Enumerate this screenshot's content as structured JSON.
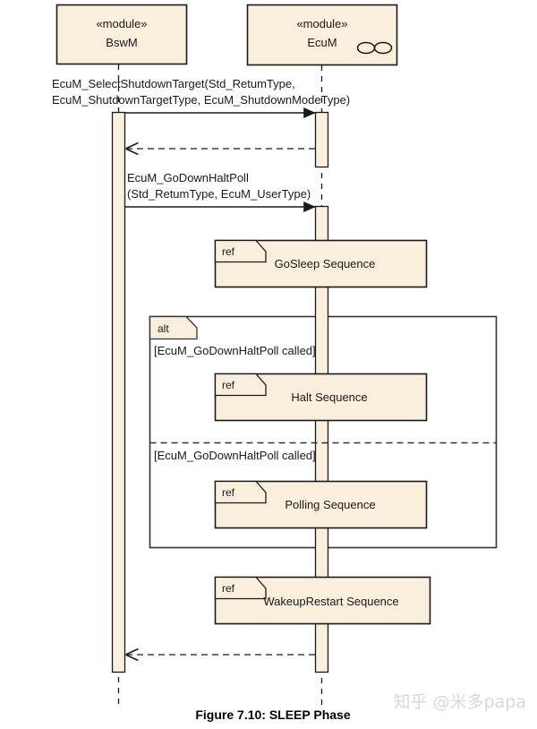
{
  "figure": {
    "caption": "Figure 7.10: SLEEP Phase",
    "watermark": "知乎 @米多papa"
  },
  "colors": {
    "box_fill": "#faeedd",
    "box_stroke": "#1a1a1a",
    "frame_fill": "#ffffff",
    "frame_stroke": "#333333",
    "line": "#1a1a1a",
    "watermark": "#d8d8d8",
    "page_background": "#ffffff"
  },
  "lifelines": [
    {
      "id": "bswm",
      "stereotype": "«module»",
      "name": "BswM",
      "icon": null
    },
    {
      "id": "ecum",
      "stereotype": "«module»",
      "name": "EcuM",
      "icon": "provided-interface-lollipop-icon"
    }
  ],
  "messages": [
    {
      "id": "msg-select-shutdown-target",
      "kind": "call",
      "from": "bswm",
      "to": "ecum",
      "lines": [
        "EcuM_SelectShutdownTarget(Std_RetumType,",
        "EcuM_ShutdownTargetType, EcuM_ShutdownModeType)"
      ]
    },
    {
      "id": "msg-select-shutdown-target-return",
      "kind": "return",
      "from": "ecum",
      "to": "bswm",
      "lines": []
    },
    {
      "id": "msg-godownhaltpoll",
      "kind": "call",
      "from": "bswm",
      "to": "ecum",
      "lines": [
        "EcuM_GoDownHaltPoll",
        "(Std_RetumType, EcuM_UserType)"
      ]
    },
    {
      "id": "msg-godownhaltpoll-return",
      "kind": "return",
      "from": "ecum",
      "to": "bswm",
      "lines": []
    }
  ],
  "ref_fragments": [
    {
      "id": "ref-gosleep",
      "tab": "ref",
      "label": "GoSleep Sequence"
    },
    {
      "id": "ref-halt",
      "tab": "ref",
      "label": "Halt Sequence"
    },
    {
      "id": "ref-polling",
      "tab": "ref",
      "label": "Polling Sequence"
    },
    {
      "id": "ref-wakeuprestart",
      "tab": "ref",
      "label": "WakeupRestart Sequence"
    }
  ],
  "alt_fragment": {
    "id": "alt-godownhaltpoll",
    "tab": "alt",
    "operands": [
      {
        "guard": "[EcuM_GoDownHaltPoll called]",
        "ref": "ref-halt"
      },
      {
        "guard": "[EcuM_GoDownHaltPoll called]",
        "ref": "ref-polling"
      }
    ]
  }
}
